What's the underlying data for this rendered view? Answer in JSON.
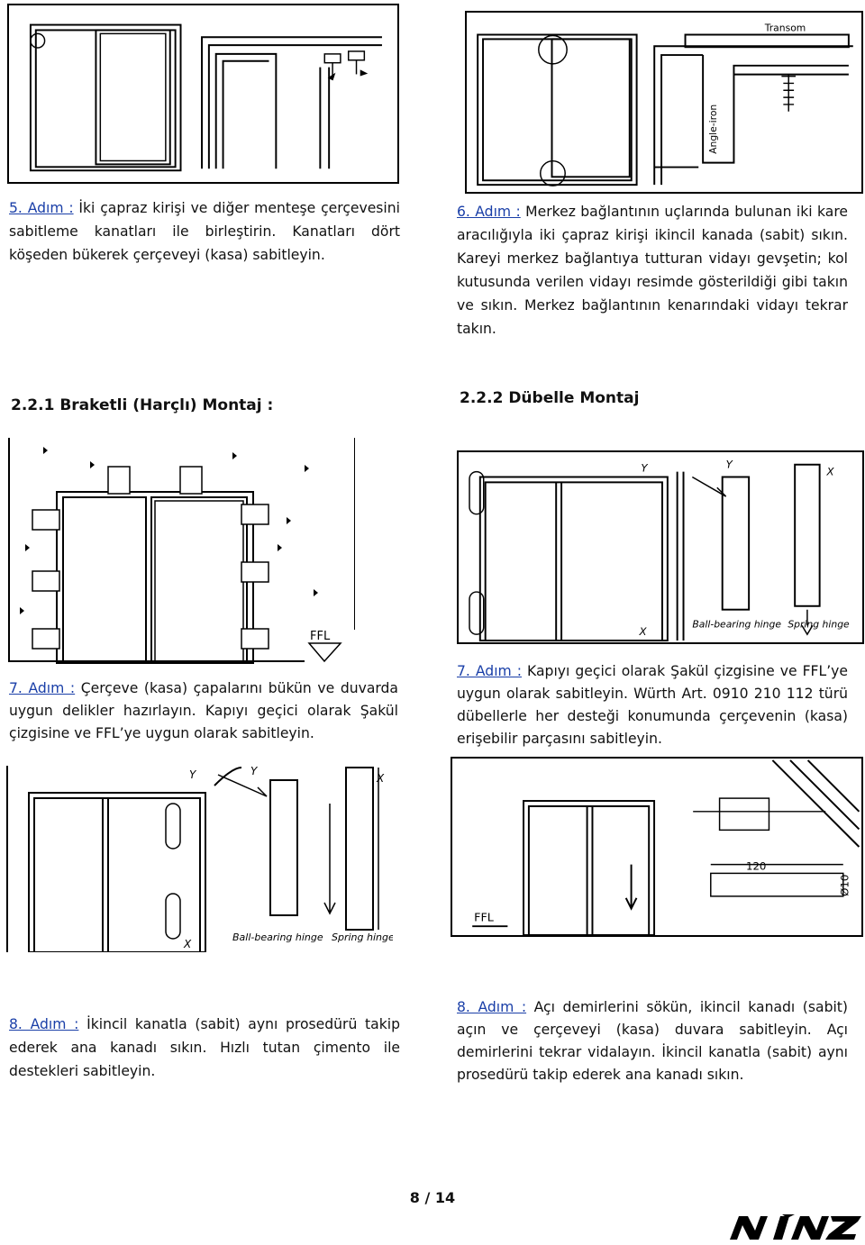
{
  "fig_labels": {
    "transom": "Transom",
    "angle_iron": "Angle-iron",
    "ffl": "FFL",
    "y": "Y",
    "x": "X",
    "ball_bearing_hinge": "Ball-bearing hinge",
    "spring_hinge": "Spring hinge",
    "dim_120": "120",
    "dim_d10": "Ø10"
  },
  "step5": {
    "prefix": "5. Adım :",
    "text": " İki çapraz kirişi ve diğer menteşe çerçevesini sabitleme kanatları ile birleştirin. Kanatları dört köşeden bükerek çerçeveyi (kasa) sabitleyin."
  },
  "step6": {
    "prefix": "6. Adım :",
    "text": " Merkez bağlantının uçlarında bulunan iki kare aracılığıyla iki çapraz kirişi ikincil kanada (sabit) sıkın. Kareyi merkez bağlantıya tutturan vidayı gevşetin; kol kutusunda verilen vidayı resimde gösterildiği gibi takın ve sıkın. Merkez bağlantının kenarındaki vidayı tekrar takın."
  },
  "section_221": "2.2.1 Braketli (Harçlı) Montaj :",
  "section_222": "2.2.2 Dübelle Montaj",
  "step7_left": {
    "prefix": "7. Adım :",
    "text": " Çerçeve (kasa) çapalarını bükün ve duvarda uygun delikler hazırlayın. Kapıyı geçici olarak Şakül çizgisine ve FFL’ye uygun olarak sabitleyin."
  },
  "step7_right": {
    "prefix": "7. Adım :",
    "text": " Kapıyı geçici olarak Şakül çizgisine ve FFL’ye uygun olarak sabitleyin. Würth Art. 0910 210 112 türü dübellerle her desteği konumunda çerçevenin (kasa) erişebilir parçasını sabitleyin."
  },
  "step8_left": {
    "prefix": "8. Adım :",
    "text": " İkincil kanatla (sabit) aynı prosedürü takip ederek ana kanadı sıkın. Hızlı tutan çimento ile destekleri sabitleyin."
  },
  "step8_right": {
    "prefix": "8. Adım :",
    "text": " Açı demirlerini sökün, ikincil kanadı (sabit) açın ve çerçeveyi (kasa) duvara sabitleyin. Açı demirlerini tekrar vidalayın. İkincil kanatla (sabit) aynı prosedürü takip ederek ana kanadı sıkın."
  },
  "page_number": "8 / 14",
  "logo_text": "NİNZ"
}
